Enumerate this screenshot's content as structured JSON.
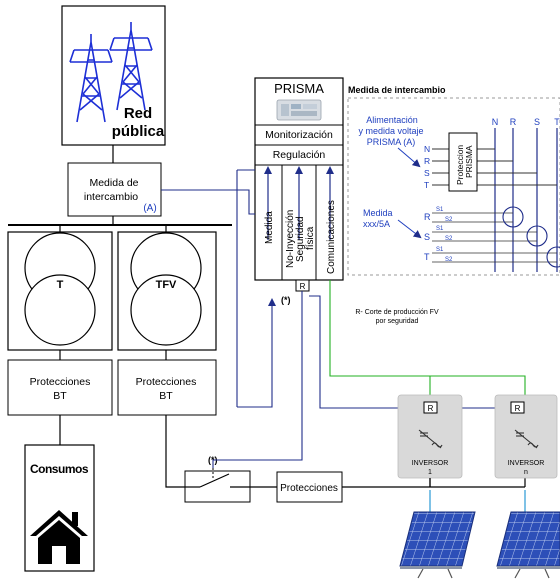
{
  "grid": {
    "title_line1": "Red",
    "title_line2": "pública",
    "icon": "transmission-tower-icon"
  },
  "meter": {
    "line1": "Medida de",
    "line2": "intercambio",
    "tag": "(A)"
  },
  "transformers": {
    "left_label": "T",
    "right_label": "TFV"
  },
  "protections": {
    "left_line1": "Protecciones",
    "left_line2": "BT",
    "right_line1": "Protecciones",
    "right_line2": "BT",
    "bottom": "Protecciones"
  },
  "consumption": {
    "label": "Consumos",
    "icon": "house-icon"
  },
  "prisma": {
    "title": "PRISMA",
    "device_icon": "prisma-device-icon",
    "monitoring": "Monitorización",
    "regulation": "Regulación",
    "col_measure": "Medida",
    "col_noinj_1": "No-Inyección",
    "col_noinj_2": "Seguridad",
    "col_noinj_3": "física",
    "col_comms": "Comunicaciones",
    "relay": "R"
  },
  "asterisk": "(*)",
  "relay_note_1": "R- Corte de producción FV",
  "relay_note_2": "por seguridad",
  "inset": {
    "title": "Medida de intercambio",
    "supply_1": "Alimentación",
    "supply_2": "y medida voltaje",
    "supply_3": "PRISMA (A)",
    "protection_1": "Proteccion",
    "protection_2": "PRISMA",
    "measure_1": "Medida",
    "measure_2": "xxx/5A",
    "bus_labels": [
      "N",
      "R",
      "S",
      "T"
    ],
    "phase_rows": [
      "R",
      "S",
      "T"
    ],
    "s1": "S1",
    "s2": "S2"
  },
  "inverters": [
    {
      "label": "INVERSOR",
      "number": "1",
      "relay": "R"
    },
    {
      "label": "INVERSOR",
      "number": "n",
      "relay": "R"
    }
  ],
  "colors": {
    "ac_line": "#000000",
    "measure_line": "#1f2d8a",
    "comms_line": "#22b022",
    "tower_blue": "#1d2fd6",
    "inverter_fill": "#d9d9d9",
    "panel_blue": "#2d4fb8",
    "dc_cable": "#3aa0d8",
    "inset_text": "#1f3fbf"
  }
}
